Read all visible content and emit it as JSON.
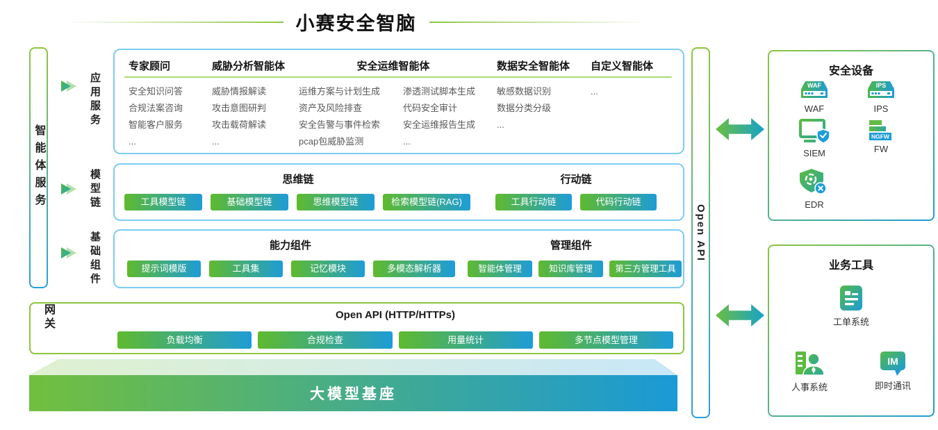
{
  "title": "小赛安全智脑",
  "agent_services_bar": "智能体服务",
  "row_labels": {
    "app": "应用服务",
    "model": "模型链",
    "base": "基础组件"
  },
  "app_services": {
    "columns": [
      {
        "header": "专家顾问",
        "items": [
          "安全知识问答",
          "合规法案咨询",
          "智能客户服务",
          "..."
        ]
      },
      {
        "header": "威胁分析智能体",
        "items": [
          "威胁情报解读",
          "攻击意图研判",
          "攻击载荷解读",
          "..."
        ]
      },
      {
        "header": "安全运维智能体",
        "items_left": [
          "运维方案与计划生成",
          "资产及风险排查",
          "安全告警与事件检索",
          "pcap包威胁监测"
        ],
        "items_right": [
          "渗透测试脚本生成",
          "代码安全审计",
          "安全运维报告生成",
          "..."
        ]
      },
      {
        "header": "数据安全智能体",
        "items": [
          "敏感数据识别",
          "数据分类分级",
          "..."
        ]
      },
      {
        "header": "自定义智能体",
        "items": [
          "..."
        ]
      }
    ]
  },
  "model_chain": {
    "left_title": "思维链",
    "left_buttons": [
      "工具模型链",
      "基础模型链",
      "思维模型链",
      "检索模型链(RAG)"
    ],
    "right_title": "行动链",
    "right_buttons": [
      "工具行动链",
      "代码行动链"
    ]
  },
  "base_components": {
    "left_title": "能力组件",
    "left_buttons": [
      "提示词模版",
      "工具集",
      "记忆模块",
      "多模态解析器"
    ],
    "right_title": "管理组件",
    "right_buttons": [
      "智能体管理",
      "知识库管理",
      "第三方管理工具"
    ]
  },
  "gateway": {
    "label": "网关",
    "title": "Open API (HTTP/HTTPs)",
    "buttons": [
      "负载均衡",
      "合规检查",
      "用量统计",
      "多节点模型管理"
    ]
  },
  "foundation": "大模型基座",
  "open_api_bar": "Open API",
  "security_devices": {
    "title": "安全设备",
    "waf": {
      "icon_text": "WAF",
      "label": "WAF"
    },
    "ips": {
      "icon_text": "IPS",
      "label": "IPS"
    },
    "siem": {
      "label": "SIEM"
    },
    "fw": {
      "icon_text": "NGFW",
      "label": "FW"
    },
    "edr": {
      "label": "EDR"
    }
  },
  "business_tools": {
    "title": "业务工具",
    "ticket": {
      "label": "工单系统"
    },
    "hr": {
      "label": "人事系统"
    },
    "im": {
      "icon_text": "IM",
      "label": "即时通讯"
    }
  },
  "colors": {
    "green": "#8CC63F",
    "blue": "#1E9CD7",
    "light_blue_border": "#7DCDF1",
    "teal": "#17A3C9"
  }
}
